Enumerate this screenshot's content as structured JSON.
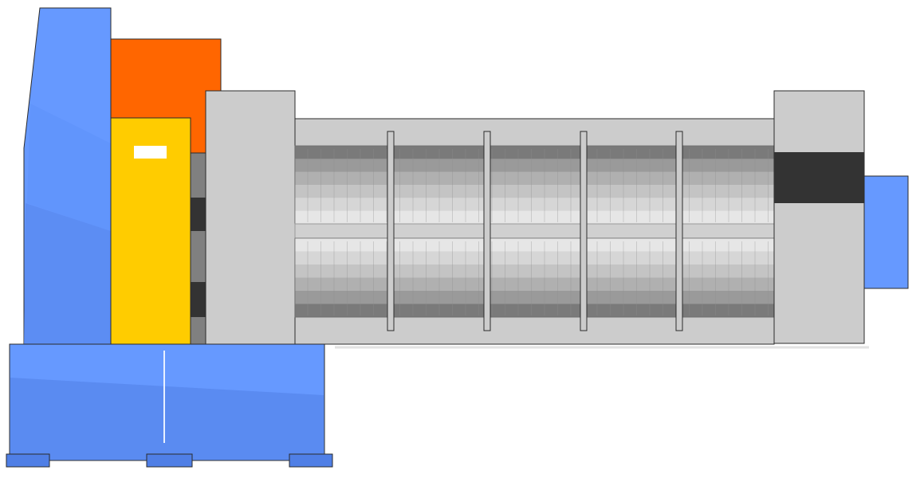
{
  "diagram": {
    "subject": "screw-press-machine",
    "parts": [
      {
        "name": "left-frame-tower",
        "color": "#6699ff"
      },
      {
        "name": "motor-housing",
        "color": "#ff6600"
      },
      {
        "name": "gearbox",
        "color": "#ffcc00"
      },
      {
        "name": "drive-coupling",
        "color": "#808080"
      },
      {
        "name": "inlet-end-block",
        "color": "#cccccc"
      },
      {
        "name": "screen-drum-assembly",
        "color": "#b3b3b3"
      },
      {
        "name": "outlet-end-block",
        "color": "#cccccc"
      },
      {
        "name": "discharge-port",
        "color": "#6699ff"
      },
      {
        "name": "base-skid",
        "color": "#5b8ef0"
      }
    ],
    "colors": {
      "blue": "#6699ff",
      "blue_dark": "#4f7fe6",
      "orange": "#ff6600",
      "yellow": "#ffcc00",
      "light_gray": "#cccccc",
      "dark_band": "#333333",
      "mid_gray": "#808080",
      "stroke": "#2b2b2b"
    },
    "drum": {
      "support_ribs": 4,
      "segment_shades": [
        "#7a7a7a",
        "#9a9a9a",
        "#b0b0b0",
        "#c4c4c4",
        "#d6d6d6",
        "#e6e6e6"
      ]
    }
  }
}
